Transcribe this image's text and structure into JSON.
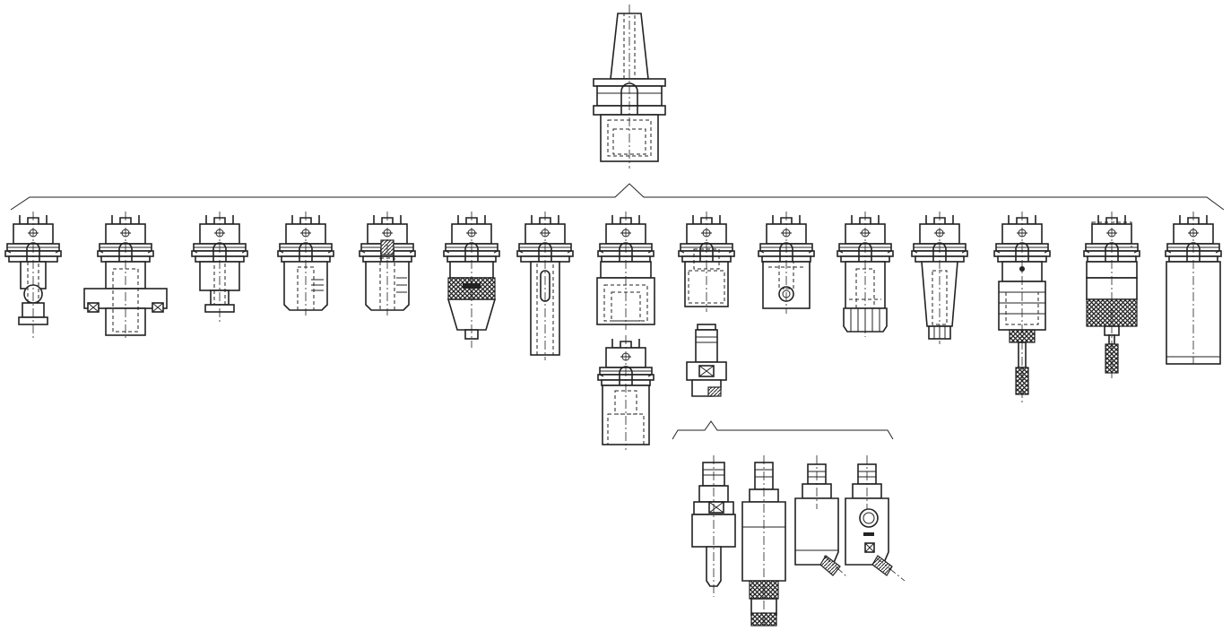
{
  "diagram": {
    "type": "tool-holder-system-chart",
    "master": "shank-adapter",
    "branches": [
      {
        "tools": [
          "face-mill-arbor-small",
          "face-mill-arbor-large",
          "shell-mill-arbor",
          "end-mill-holder",
          "side-lock-holder",
          "drill-chuck",
          "morse-taper-holder",
          "boring-bar-adapter",
          "modular-boring-head",
          "weldon-holder",
          "collet-chuck",
          "shrink-fit-extension",
          "tapping-attachment",
          "tapping-attachment-knurled",
          "blank-holder"
        ]
      },
      {
        "parent": "modular-boring-head",
        "tools": [
          "boring-insert-module"
        ]
      },
      {
        "parent": "boring-bar-adapter",
        "tools": [
          "extension-adapter"
        ]
      },
      {
        "parent": "boring-insert-module",
        "tools": [
          "boring-bar-straight",
          "boring-bar-heavy",
          "angle-head-boring",
          "angle-head-dial"
        ]
      }
    ],
    "colors": {
      "line": "#222222",
      "background": "#ffffff"
    }
  }
}
